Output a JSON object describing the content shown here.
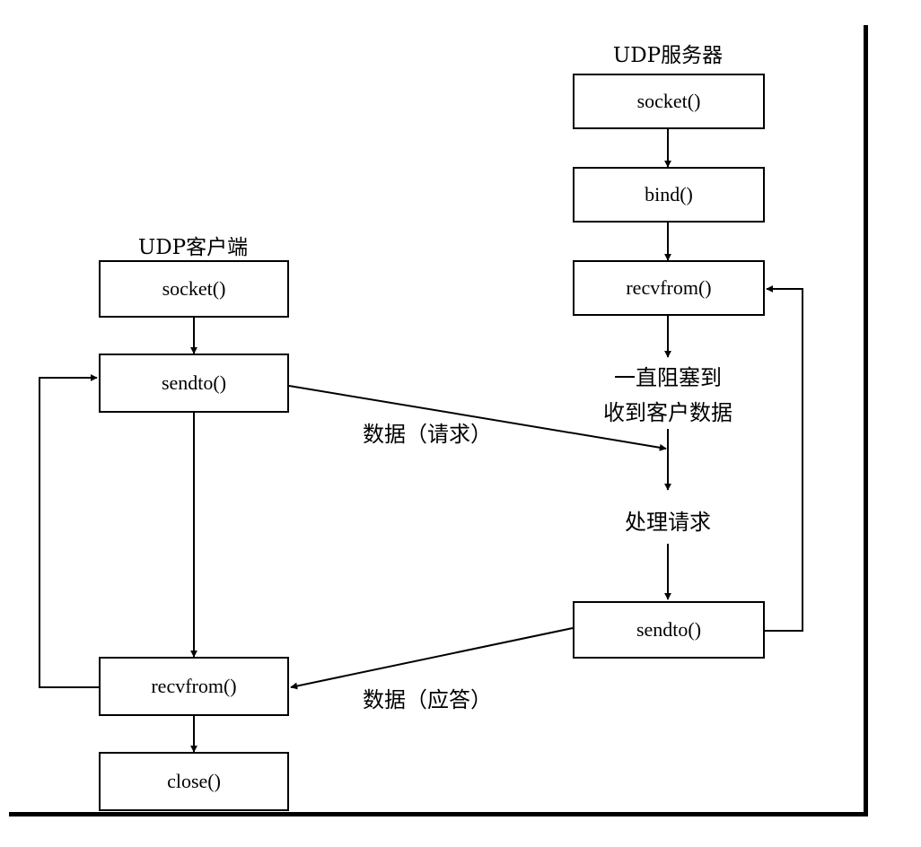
{
  "server": {
    "title": "UDP服务器",
    "socket": "socket()",
    "bind": "bind()",
    "recvfrom": "recvfrom()",
    "blocking_line1": "一直阻塞到",
    "blocking_line2": "收到客户数据",
    "process": "处理请求",
    "sendto": "sendto()"
  },
  "client": {
    "title": "UDP客户端",
    "socket": "socket()",
    "sendto": "sendto()",
    "recvfrom": "recvfrom()",
    "close": "close()"
  },
  "messages": {
    "request": "数据（请求）",
    "response": "数据（应答）"
  }
}
